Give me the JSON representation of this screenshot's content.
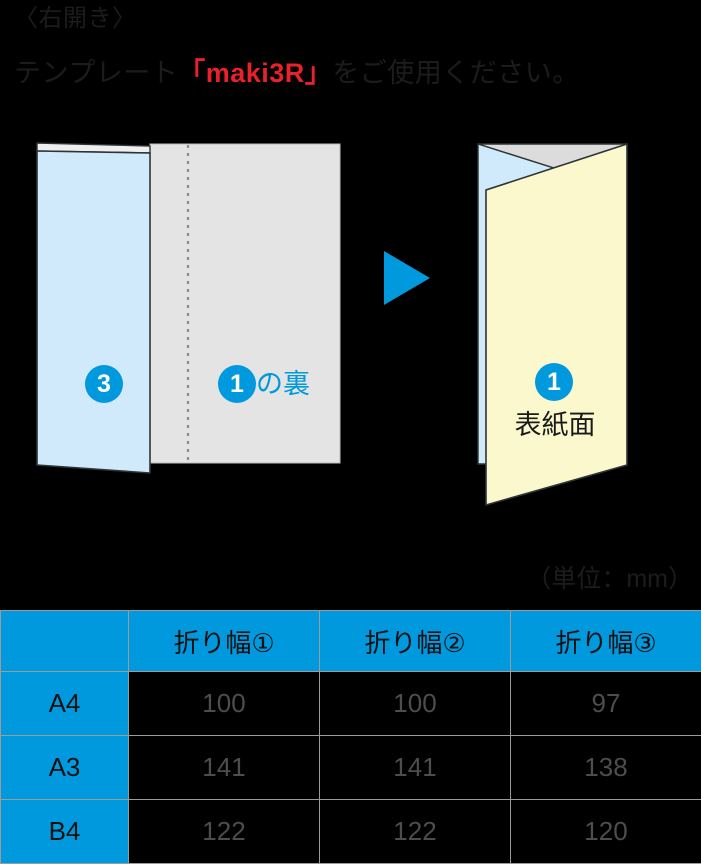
{
  "header": {
    "title": "〈右開き〉",
    "instruction_prefix": "テンプレート",
    "instruction_template": "「maki3R」",
    "instruction_suffix": "をご使用ください。",
    "template_color": "#e8212b"
  },
  "diagram": {
    "left": {
      "panel_back_label": "3",
      "panel_front_badge": "1",
      "panel_front_label": "の裏",
      "panel_back_color": "#d0eafb",
      "panel_front_color": "#e4e4e4"
    },
    "arrow": {
      "icon": "play-triangle-right-icon",
      "color": "#0099dd"
    },
    "right": {
      "badge": "1",
      "label": "表紙面",
      "cover_color": "#fbf8ce",
      "back_color": "#d0eafb",
      "inner_color": "#dcdcdc"
    },
    "accent_color": "#0099dd"
  },
  "table": {
    "unit_caption": "（単位：mm）",
    "corner_label": "",
    "columns": [
      "折り幅①",
      "折り幅②",
      "折り幅③"
    ],
    "rows": [
      {
        "size": "A4",
        "values": [
          "100",
          "100",
          "97"
        ]
      },
      {
        "size": "A3",
        "values": [
          "141",
          "141",
          "138"
        ]
      },
      {
        "size": "B4",
        "values": [
          "122",
          "122",
          "120"
        ]
      }
    ],
    "header_color": "#0099dd",
    "border_color": "#9b9b9b"
  }
}
